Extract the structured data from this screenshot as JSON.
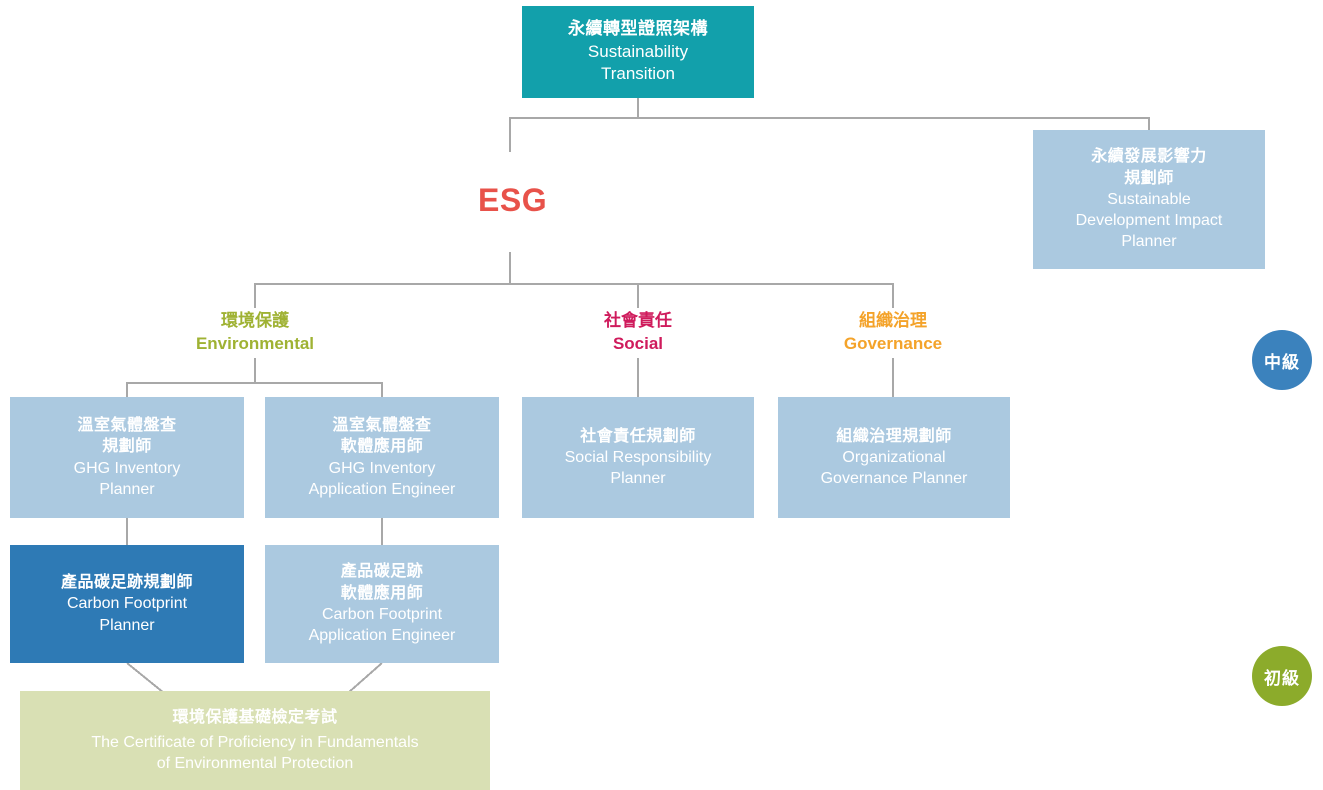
{
  "diagram": {
    "title_zh": "永續轉型證照架構",
    "title_en_line1": "Sustainability",
    "title_en_line2": "Transition",
    "center_label": "ESG"
  },
  "colors": {
    "root": "#12a0ab",
    "light_blue": "#abc9e0",
    "dark_blue": "#2e7ab5",
    "green": "#d9e0b4",
    "esg_red": "#e8524a",
    "environmental": "#9fb233",
    "social": "#cf1b5c",
    "governance": "#f4a32a",
    "badge_intermediate": "#3b82bd",
    "badge_basic": "#8cab2b",
    "connector": "#a8a8a8"
  },
  "side_node": {
    "zh_line1": "永續發展影響力",
    "zh_line2": "規劃師",
    "en_line1": "Sustainable",
    "en_line2": "Development Impact",
    "en_line3": "Planner"
  },
  "pillars": [
    {
      "zh": "環境保護",
      "en": "Environmental"
    },
    {
      "zh": "社會責任",
      "en": "Social"
    },
    {
      "zh": "組織治理",
      "en": "Governance"
    }
  ],
  "certificates": [
    {
      "zh_line1": "溫室氣體盤查",
      "zh_line2": "規劃師",
      "en_line1": "GHG Inventory",
      "en_line2": "Planner"
    },
    {
      "zh_line1": "溫室氣體盤查",
      "zh_line2": "軟體應用師",
      "en_line1": "GHG Inventory",
      "en_line2": "Application Engineer"
    },
    {
      "zh_line1": "社會責任規劃師",
      "zh_line2": "",
      "en_line1": "Social Responsibility",
      "en_line2": "Planner"
    },
    {
      "zh_line1": "組織治理規劃師",
      "zh_line2": "",
      "en_line1": "Organizational",
      "en_line2": "Governance Planner"
    },
    {
      "zh_line1": "產品碳足跡規劃師",
      "zh_line2": "",
      "en_line1": "Carbon Footprint",
      "en_line2": "Planner"
    },
    {
      "zh_line1": "產品碳足跡",
      "zh_line2": "軟體應用師",
      "en_line1": "Carbon Footprint",
      "en_line2": "Application Engineer"
    }
  ],
  "exam": {
    "zh": "環境保護基礎檢定考試",
    "en_line1": "The Certificate of Proficiency in Fundamentals",
    "en_line2": "of Environmental Protection"
  },
  "badges": [
    {
      "label": "中級"
    },
    {
      "label": "初級"
    }
  ]
}
